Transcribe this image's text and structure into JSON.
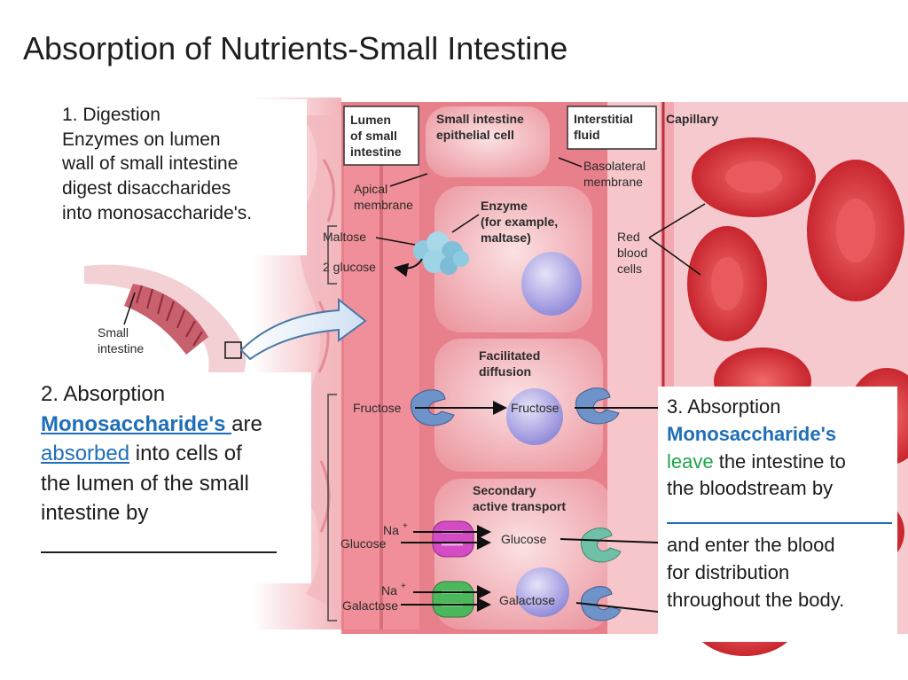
{
  "title": "Absorption of Nutrients-Small Intestine",
  "diagram_labels": {
    "lumen": [
      "Lumen",
      "of small",
      "intestine"
    ],
    "epithelial": [
      "Small intestine",
      "epithelial cell"
    ],
    "interstitial": [
      "Interstitial",
      "fluid"
    ],
    "capillary": "Capillary",
    "basolateral": [
      "Basolateral",
      "membrane"
    ],
    "apical": [
      "Apical",
      "membrane"
    ],
    "enzyme": [
      "Enzyme",
      "(for example,",
      "maltase)"
    ],
    "maltose": "Maltose",
    "glucose2": "2 glucose",
    "rbc": [
      "Red",
      "blood",
      "cells"
    ],
    "small_intestine": [
      "Small",
      "intestine"
    ],
    "facilitated": [
      "Facilitated",
      "diffusion"
    ],
    "fructose_left": "Fructose",
    "fructose_right": "Fructose",
    "secondary": [
      "Secondary",
      "active transport"
    ],
    "na1": "Na",
    "glucose_left": "Glucose",
    "glucose_right": "Glucose",
    "na2": "Na",
    "galactose_left": "Galactose",
    "galactose_right": "Galactose",
    "plus": "+"
  },
  "box1": {
    "line1": "1. Digestion",
    "line2": "Enzymes on lumen",
    "line3": "wall of small intestine",
    "line4": "digest disaccharides",
    "line5": "into monosaccharide's."
  },
  "box2": {
    "num": "2.  Absorption",
    "mono": "Monosaccharide's ",
    "are": "are",
    "absorbed": "absorbed",
    "rest1": " into cells of",
    "line3": "the lumen of the small",
    "line4": "intestine by"
  },
  "box3": {
    "num": "3.  Absorption",
    "mono": "Monosaccharide's",
    "leave": "leave",
    "rest1": " the intestine to",
    "line3": "the bloodstream by",
    "line5": "and enter the blood",
    "line6": "for distribution",
    "line7": "throughout the body."
  },
  "colors": {
    "tissue": "#e8808c",
    "cell": "#f4b9bf",
    "capillary": "#c8202c",
    "accent_blue": "#1f6fb8",
    "accent_green": "#1fa34a"
  }
}
